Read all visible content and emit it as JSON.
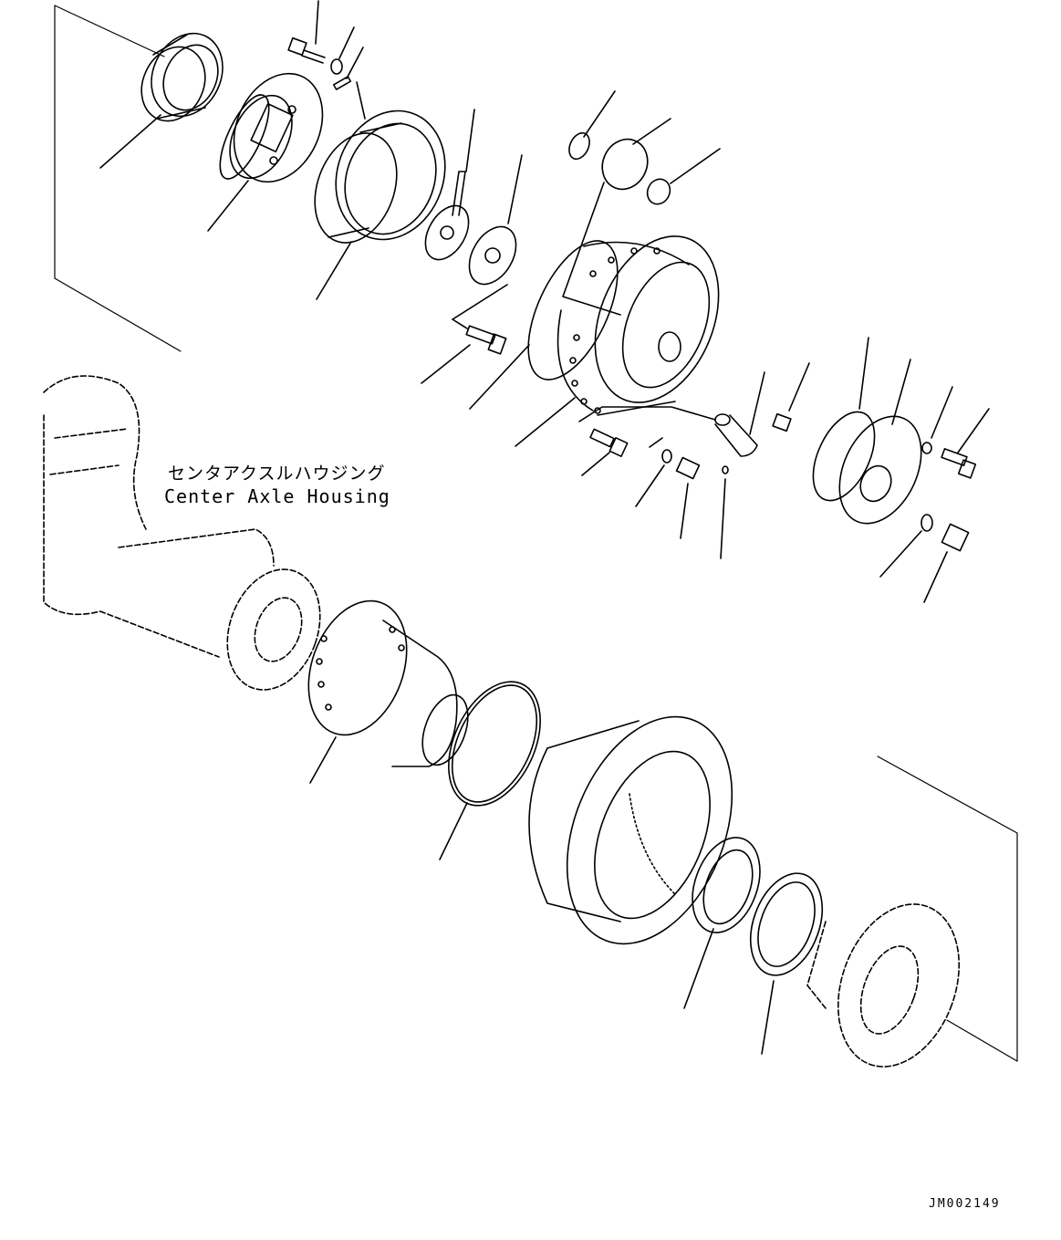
{
  "labels": {
    "housing_jp": "センタアクスルハウジング",
    "housing_en": "Center Axle Housing",
    "drawing_code": "JM002149"
  },
  "colors": {
    "line": "#000000",
    "background": "#ffffff"
  }
}
